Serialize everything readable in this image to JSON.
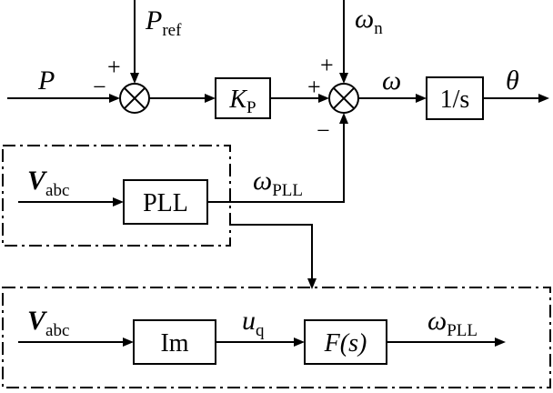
{
  "signals": {
    "P": "P",
    "P_ref_main": "P",
    "P_ref_sub": "ref",
    "omega_n_main": "ω",
    "omega_n_sub": "n",
    "omega": "ω",
    "theta": "θ",
    "V_abc_main": "V",
    "V_abc_sub": "abc",
    "omega_PLL_main": "ω",
    "omega_PLL_sub": "PLL",
    "u_q_main": "u",
    "u_q_sub": "q"
  },
  "blocks": {
    "kp_main": "K",
    "kp_sub": "P",
    "integrator": "1/s",
    "pll": "PLL",
    "im": "Im",
    "filter": "F(s)"
  },
  "signs": {
    "plus": "+",
    "minus": "−"
  }
}
